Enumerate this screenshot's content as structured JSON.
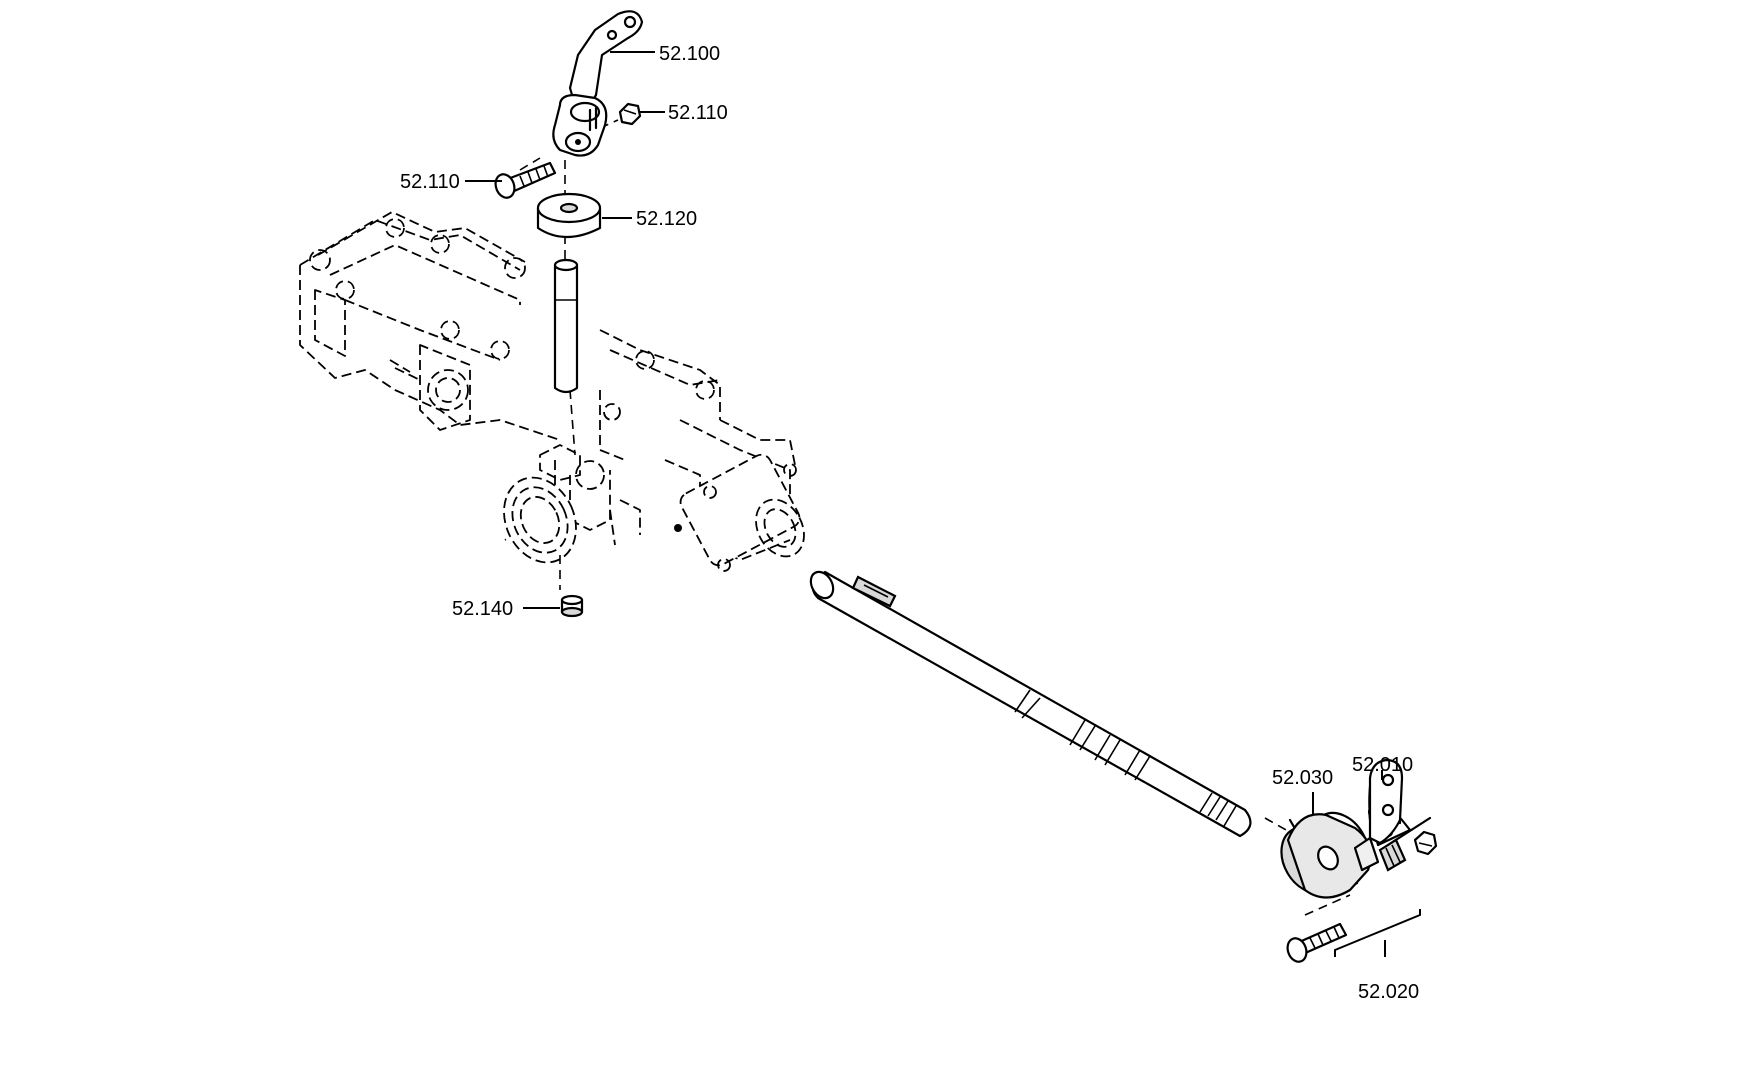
{
  "diagram": {
    "callouts": [
      {
        "id": "c1",
        "label": "52.100"
      },
      {
        "id": "c2",
        "label": "52.110"
      },
      {
        "id": "c3",
        "label": "52.110"
      },
      {
        "id": "c4",
        "label": "52.120"
      },
      {
        "id": "c5",
        "label": "52.140"
      },
      {
        "id": "c6",
        "label": "52.030"
      },
      {
        "id": "c7",
        "label": "52.010"
      },
      {
        "id": "c8",
        "label": "52.020"
      }
    ]
  }
}
